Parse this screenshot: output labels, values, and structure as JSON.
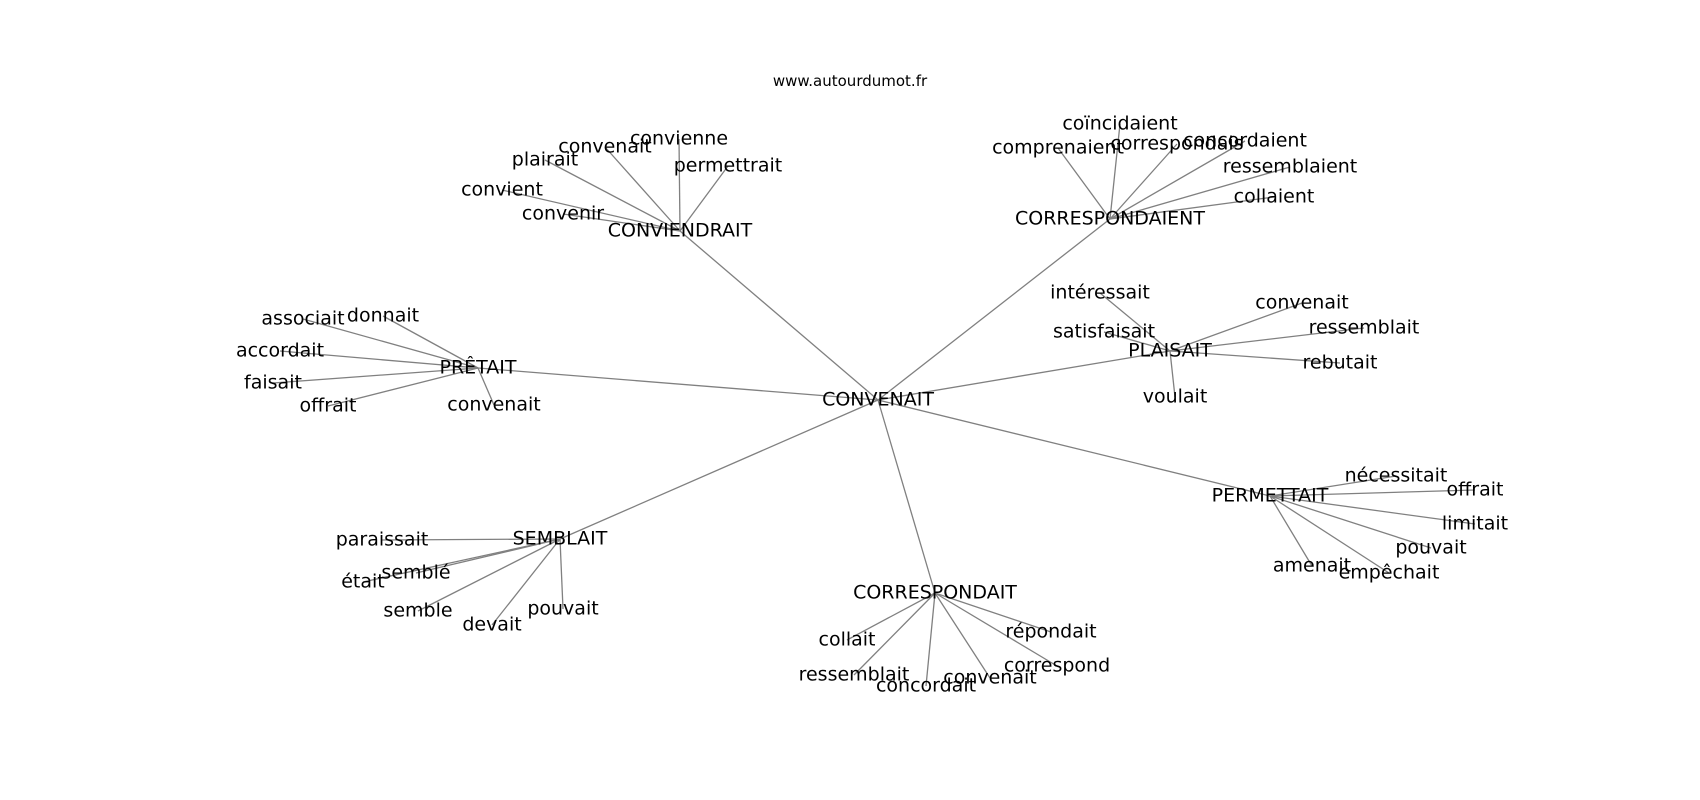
{
  "site": "www.autourdumot.fr",
  "graph": {
    "center": "CONVENAIT",
    "clusters": [
      {
        "word": "CONVIENDRAIT",
        "neighbors": [
          "convienne",
          "convenait",
          "plairait",
          "permettrait",
          "convient",
          "convenir"
        ]
      },
      {
        "word": "CORRESPONDAIENT",
        "neighbors": [
          "coïncidaient",
          "comprenaient",
          "correspondais",
          "concordaient",
          "ressemblaient",
          "collaient"
        ]
      },
      {
        "word": "PLAISAIT",
        "neighbors": [
          "intéressait",
          "convenait",
          "satisfaisait",
          "ressemblait",
          "rebutait",
          "voulait"
        ]
      },
      {
        "word": "PRÊTAIT",
        "neighbors": [
          "associait",
          "donnait",
          "accordait",
          "faisait",
          "offrait",
          "convenait"
        ]
      },
      {
        "word": "PERMETTAIT",
        "neighbors": [
          "nécessitait",
          "offrait",
          "limitait",
          "pouvait",
          "amenait",
          "empêchait"
        ]
      },
      {
        "word": "SEMBLAIT",
        "neighbors": [
          "paraissait",
          "semblé",
          "était",
          "semble",
          "devait",
          "pouvait"
        ]
      },
      {
        "word": "CORRESPONDAIT",
        "neighbors": [
          "répondait",
          "collait",
          "correspond",
          "ressemblait",
          "concordait",
          "convenait"
        ]
      }
    ]
  }
}
